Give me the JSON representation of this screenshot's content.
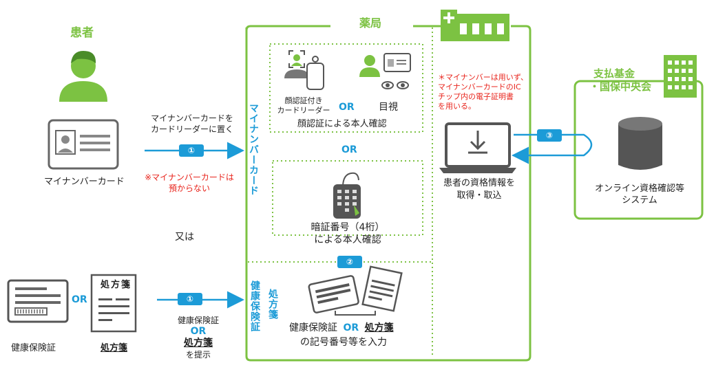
{
  "patient": {
    "title": "患者",
    "card_label": "マイナンバーカード",
    "or_label": "又は"
  },
  "step1_mynumber": {
    "badge": "①",
    "line1": "マイナンバーカードを",
    "line2": "カードリーダーに置く",
    "note_line1": "※マイナンバーカードは",
    "note_line2": "預からない"
  },
  "pharmacy": {
    "title": "薬局",
    "mynumber_vertical": "マイナンバーカード",
    "face_reader_line1": "顔認証付き",
    "face_reader_line2": "カードリーダー",
    "or_small": "OR",
    "visual_label": "目視",
    "face_caption": "顔認証による本人確認",
    "or_mid": "OR",
    "pin_line1": "暗証番号（4桁）",
    "pin_line2": "による本人確認",
    "badge2": "②",
    "insurance_vertical": "健康保険証",
    "prescription_vertical": "処方箋",
    "bottom_line1_a": "健康保険証",
    "bottom_or": "OR",
    "bottom_line1_b": "処方箋",
    "bottom_line2": "の記号番号等を入力"
  },
  "note_red": {
    "line1": "＊マイナンバーは用いず、",
    "line2": "マイナンバーカードのIC",
    "line3": "チップ内の電子証明書",
    "line4": "を用いる。"
  },
  "terminal": {
    "line1": "患者の資格情報を",
    "line2": "取得・取込"
  },
  "fund": {
    "title_line1": "支払基金",
    "title_line2": "・国保中央会",
    "badge": "③",
    "db_line1": "オンライン資格確認等",
    "db_line2": "システム"
  },
  "bottom_left": {
    "insurance_label": "健康保険証",
    "or_label": "OR",
    "prescription_label": "処方箋",
    "prescription_card_title": "処方箋",
    "badge": "①",
    "line1": "健康保険証",
    "line2_or": "OR",
    "line3": "処方箋",
    "line4": "を提示"
  },
  "colors": {
    "green": "#7CC242",
    "blue": "#1C9BD7",
    "red": "#E8231B",
    "gray": "#555555"
  }
}
